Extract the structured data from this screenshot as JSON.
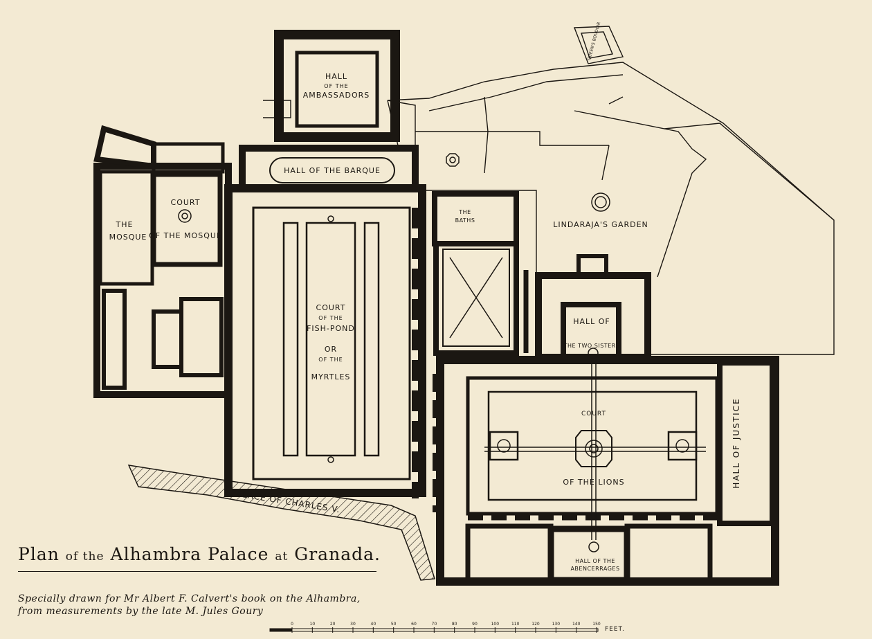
{
  "title": {
    "main_1": "Plan",
    "small_1": "of the",
    "main_2": "Alhambra Palace",
    "small_2": "at",
    "main_3": "Granada."
  },
  "credit": {
    "line1": "Specially drawn for Mr Albert F. Calvert's book on the Alhambra,",
    "line2": "from measurements by the late M. Jules Goury"
  },
  "labels": {
    "hall_ambassadors_1": "HALL",
    "hall_ambassadors_2": "OF THE",
    "hall_ambassadors_3": "AMBASSADORS",
    "hall_barque": "HALL OF THE BARQUE",
    "court_mosque_1": "COURT",
    "court_mosque_2": "OF THE MOSQUE",
    "mosque_1": "THE",
    "mosque_2": "MOSQUE",
    "baths_1": "THE",
    "baths_2": "BATHS",
    "lindaraja": "LINDARAJA'S GARDEN",
    "fishpond_1": "COURT",
    "fishpond_2": "OF THE",
    "fishpond_3": "FISH-POND",
    "fishpond_4": "OR",
    "fishpond_5": "OF THE",
    "fishpond_6": "MYRTLES",
    "two_sisters_1": "HALL OF",
    "two_sisters_2": "THE TWO SISTERS",
    "lions_1": "COURT",
    "lions_2": "OF THE LIONS",
    "justice": "HALL OF JUSTICE",
    "abencerrages_1": "HALL OF THE",
    "abencerrages_2": "ABENCERRAGES",
    "charles_v": "PALACE OF CHARLES V.",
    "queens_boudoir": "QUEEN'S BOUDOIR"
  },
  "scale": {
    "ticks": [
      "0",
      "10",
      "20",
      "30",
      "40",
      "50",
      "60",
      "70",
      "80",
      "90",
      "100",
      "110",
      "120",
      "130",
      "140",
      "150"
    ],
    "unit": "FEET."
  },
  "colors": {
    "paper": "#f3ead3",
    "ink": "#1b1712"
  }
}
